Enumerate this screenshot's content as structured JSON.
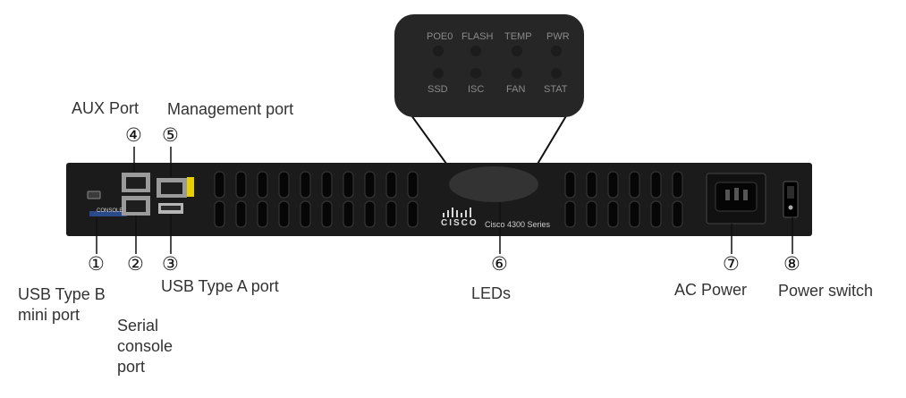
{
  "labels": {
    "aux_port": "AUX Port",
    "management_port": "Management port",
    "usb_b": [
      "USB Type B",
      "mini port"
    ],
    "serial_console": [
      "Serial",
      "console",
      "port"
    ],
    "usb_a": "USB Type A port",
    "leds": "LEDs",
    "ac_power": "AC Power",
    "power_switch": "Power switch"
  },
  "callouts": {
    "n1": "①",
    "n2": "②",
    "n3": "③",
    "n4": "④",
    "n5": "⑤",
    "n6": "⑥",
    "n7": "⑦",
    "n8": "⑧"
  },
  "leds": {
    "top": [
      "POE0",
      "FLASH",
      "TEMP",
      "PWR"
    ],
    "bottom": [
      "SSD",
      "ISC",
      "FAN",
      "STAT"
    ]
  },
  "chassis": {
    "brand": "CISCO",
    "model": "Cisco 4300 Series",
    "console_tag": "CONSOLE"
  },
  "colors": {
    "chassis": "#1b1b1b",
    "led_panel": "#262626",
    "label_text": "#333333",
    "accent_yellow": "#e8d000"
  }
}
